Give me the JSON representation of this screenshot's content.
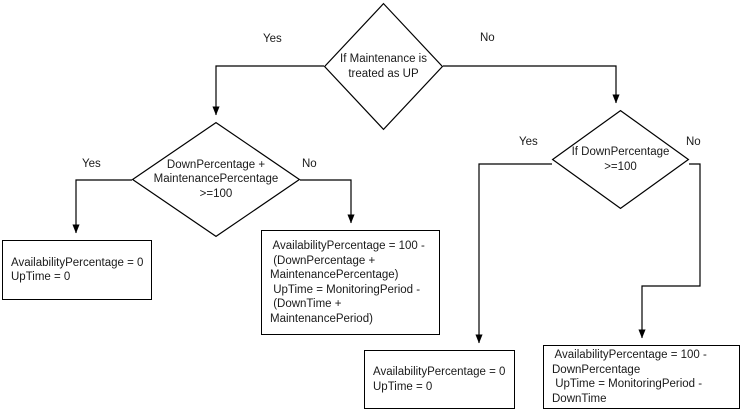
{
  "diagram": {
    "title": "Availability calculation decision flowchart",
    "type": "flowchart",
    "stroke_color": "#000000",
    "text_color": "#1a1a1a",
    "background_color": "#ffffff"
  },
  "nodes": {
    "decision_maintenance_up": {
      "shape": "diamond",
      "text": "If Maintenance is\ntreated as UP"
    },
    "decision_down_plus_maintenance": {
      "shape": "diamond",
      "text": "DownPercentage +\nMaintenancePercentage\n>=100"
    },
    "decision_down_percentage": {
      "shape": "diamond",
      "text": "If DownPercentage\n>=100"
    },
    "process_zero_left": {
      "shape": "process",
      "text": "AvailabilityPercentage = 0\nUpTime = 0"
    },
    "process_full_formula": {
      "shape": "process",
      "text": " AvailabilityPercentage = 100 -\n (DownPercentage +\nMaintenancePercentage)\n UpTime = MonitoringPeriod -\n (DownTime +\nMaintenancePeriod)"
    },
    "process_zero_middle": {
      "shape": "process",
      "text": "AvailabilityPercentage = 0\nUpTime = 0"
    },
    "process_down_formula": {
      "shape": "process",
      "text": " AvailabilityPercentage = 100 -\nDownPercentage\n UpTime = MonitoringPeriod -\nDownTime"
    }
  },
  "edge_labels": {
    "maintenance_yes": "Yes",
    "maintenance_no": "No",
    "down_plus_maint_yes": "Yes",
    "down_plus_maint_no": "No",
    "down_pct_yes": "Yes",
    "down_pct_no": "No"
  }
}
